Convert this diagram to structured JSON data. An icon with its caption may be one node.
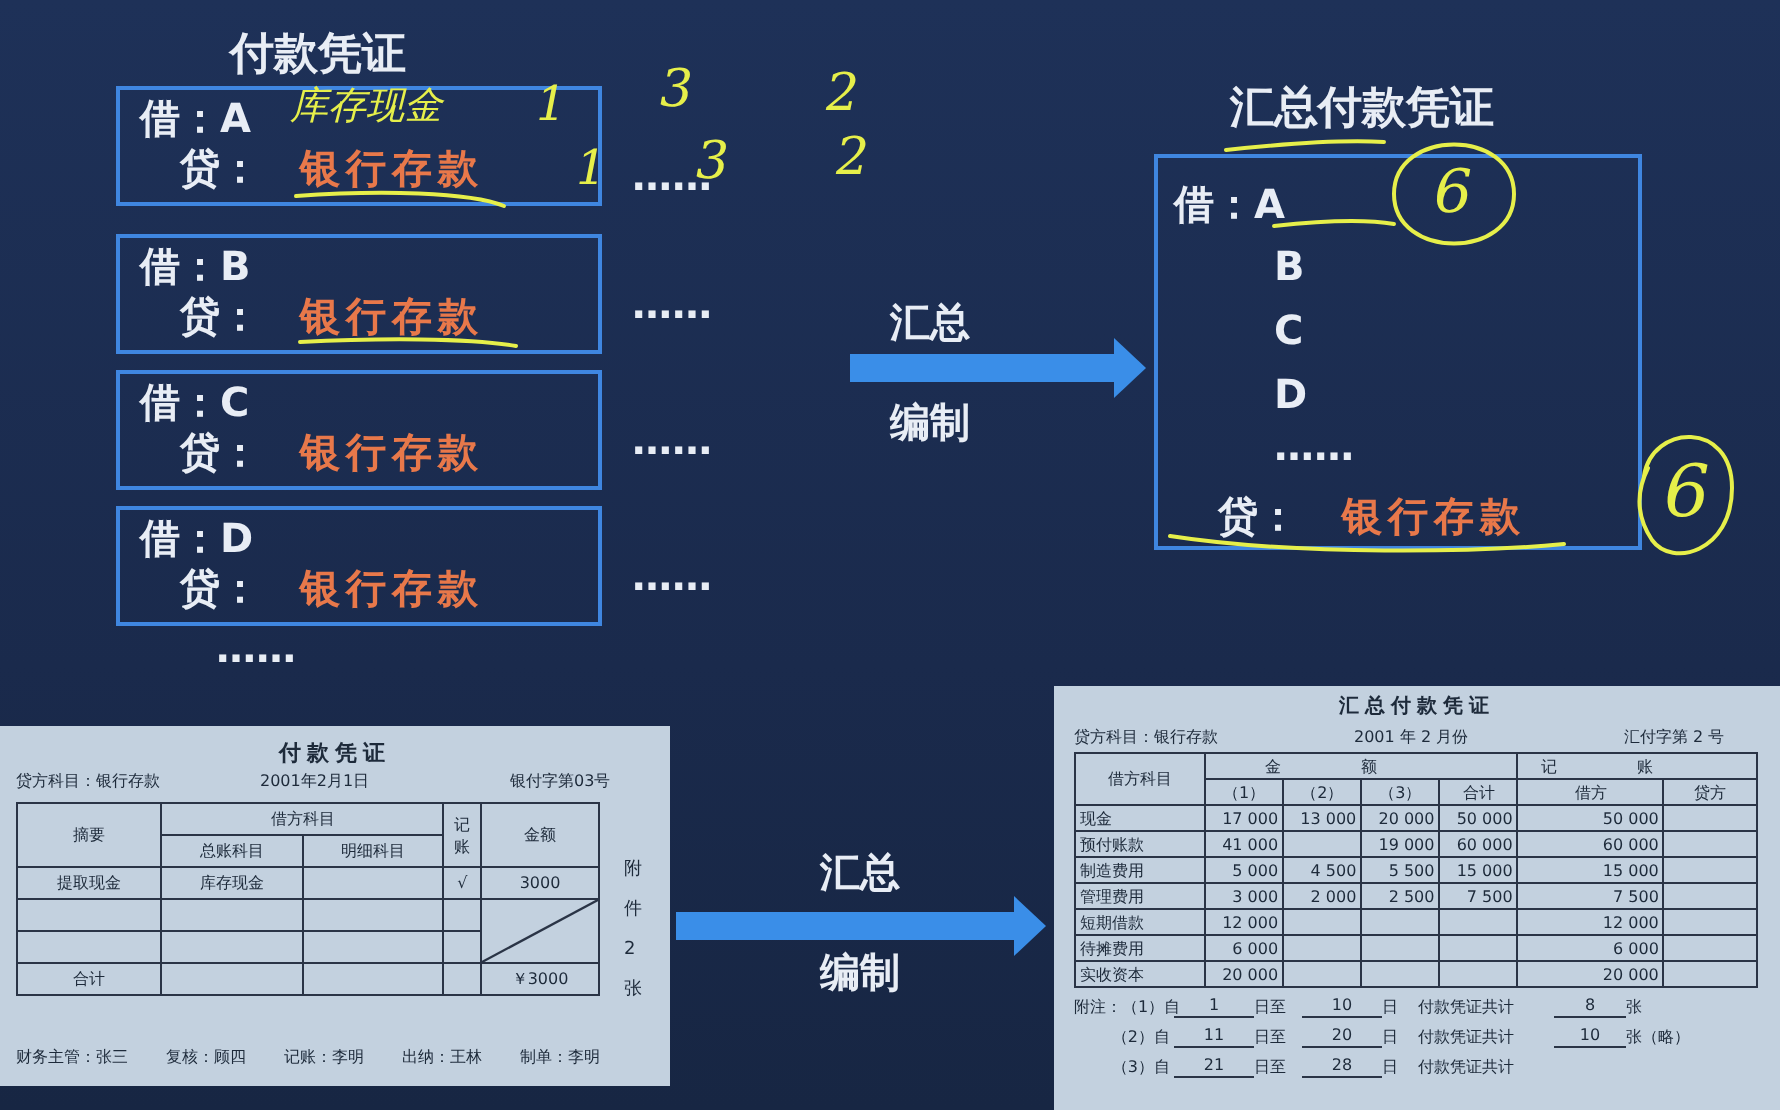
{
  "diagram": {
    "nodes": [
      {
        "text": [
          "借：A",
          "贷：",
          "银行存款"
        ]
      },
      {
        "text": [
          "借：B",
          "贷：",
          "银行存款"
        ]
      },
      {
        "text": [
          "借：C",
          "贷：",
          "银行存款"
        ]
      },
      {
        "text": [
          "借：D",
          "贷：",
          "银行存款"
        ]
      },
      {
        "text": [
          "汇总付款凭证",
          "借：A",
          "B",
          "C",
          "D",
          "……",
          "贷：",
          "银行存款"
        ]
      },
      {
        "text": [
          "付款凭证"
        ]
      },
      {
        "text": [
          "汇总付款凭证"
        ]
      }
    ],
    "edges": [
      {
        "from": null,
        "to": 4,
        "arrow": "to"
      },
      {
        "from": 5,
        "to": 6,
        "arrow": "to"
      }
    ],
    "labels": [
      "付款凭证",
      "库存现金",
      "1",
      "3",
      "2",
      "1",
      "3",
      "2",
      "……",
      "……",
      "……",
      "……",
      "……",
      "汇总",
      "编制",
      "6",
      "6",
      "汇总",
      "编制",
      "贷方科目：银行存款",
      "2001年2月1日",
      "银付字第03号",
      "摘要",
      "借方科目",
      "记账",
      "金额",
      "总账科目",
      "明细科目",
      "提取现金",
      "库存现金",
      "√",
      "3000",
      "合计",
      "￥3000",
      "附件2张",
      "财务主管：张三",
      "复核：顾四",
      "记账：李明",
      "出纳：王林",
      "制单：李明",
      "贷方科目：银行存款",
      "2001 年 2 月份",
      "汇付字第 2 号",
      "借方科目",
      "金额",
      "记账",
      "（1）",
      "（2）",
      "（3）",
      "合计",
      "借方",
      "贷方",
      "现金",
      "17 000",
      "13 000",
      "20 000",
      "50 000",
      "50 000",
      "预付账款",
      "41 000",
      "19 000",
      "60 000",
      "60 000",
      "制造费用",
      "5 000",
      "4 500",
      "5 500",
      "15 000",
      "15 000",
      "管理费用",
      "3 000",
      "2 000",
      "2 500",
      "7 500",
      "7 500",
      "短期借款",
      "12 000",
      "12 000",
      "待摊费用",
      "6 000",
      "6 000",
      "实收资本",
      "20 000",
      "20 000",
      "附注：（1）自",
      "1",
      "日至",
      "10",
      "日",
      "付款凭证共计",
      "8",
      "张",
      "（2）自",
      "11",
      "日至",
      "20",
      "日",
      "付款凭证共计",
      "10",
      "张（略）",
      "（3）自",
      "21",
      "日至",
      "28",
      "日",
      "付款凭证共计"
    ]
  }
}
